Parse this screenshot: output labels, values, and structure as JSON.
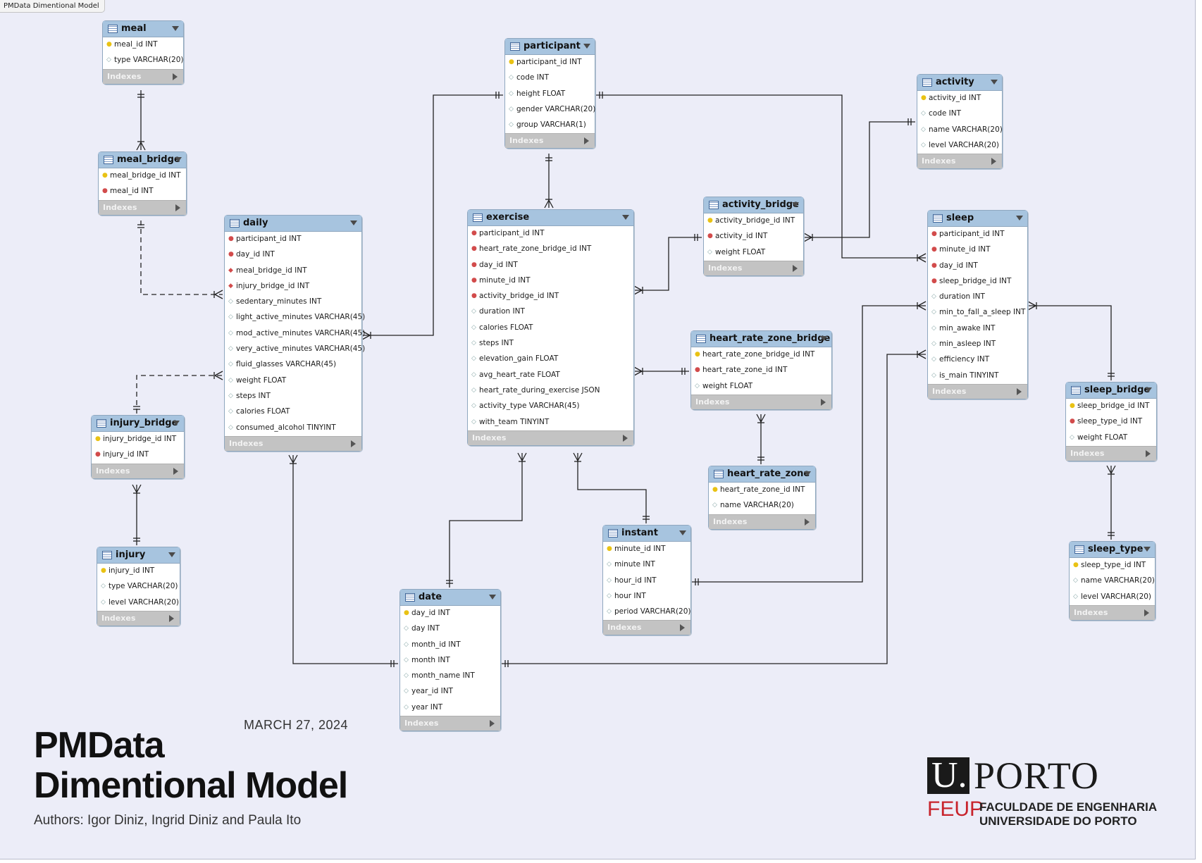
{
  "window": {
    "tab_title": "PMData Dimentional Model"
  },
  "legend": {
    "indexes_label": "Indexes"
  },
  "tables": [
    {
      "name": "meal",
      "columns": [
        {
          "text": "meal_id INT",
          "key": "pk"
        },
        {
          "text": "type VARCHAR(20)",
          "key": "col"
        }
      ]
    },
    {
      "name": "meal_bridge",
      "columns": [
        {
          "text": "meal_bridge_id INT",
          "key": "pk"
        },
        {
          "text": "meal_id INT",
          "key": "fk"
        }
      ]
    },
    {
      "name": "participant",
      "columns": [
        {
          "text": "participant_id INT",
          "key": "pk"
        },
        {
          "text": "code INT",
          "key": "col"
        },
        {
          "text": "height FLOAT",
          "key": "col"
        },
        {
          "text": "gender VARCHAR(20)",
          "key": "col"
        },
        {
          "text": "group VARCHAR(1)",
          "key": "col"
        }
      ]
    },
    {
      "name": "activity",
      "columns": [
        {
          "text": "activity_id INT",
          "key": "pk"
        },
        {
          "text": "code INT",
          "key": "col"
        },
        {
          "text": "name VARCHAR(20)",
          "key": "col"
        },
        {
          "text": "level VARCHAR(20)",
          "key": "col"
        }
      ]
    },
    {
      "name": "daily",
      "columns": [
        {
          "text": "participant_id INT",
          "key": "fk"
        },
        {
          "text": "day_id INT",
          "key": "fk"
        },
        {
          "text": "meal_bridge_id INT",
          "key": "pfk"
        },
        {
          "text": "injury_bridge_id INT",
          "key": "pfk"
        },
        {
          "text": "sedentary_minutes INT",
          "key": "col"
        },
        {
          "text": "light_active_minutes VARCHAR(45)",
          "key": "col"
        },
        {
          "text": "mod_active_minutes VARCHAR(45)",
          "key": "col"
        },
        {
          "text": "very_active_minutes VARCHAR(45)",
          "key": "col"
        },
        {
          "text": "fluid_glasses VARCHAR(45)",
          "key": "col"
        },
        {
          "text": "weight FLOAT",
          "key": "col"
        },
        {
          "text": "steps INT",
          "key": "col"
        },
        {
          "text": "calories FLOAT",
          "key": "col"
        },
        {
          "text": "consumed_alcohol TINYINT",
          "key": "col"
        }
      ]
    },
    {
      "name": "exercise",
      "columns": [
        {
          "text": "participant_id INT",
          "key": "fk"
        },
        {
          "text": "heart_rate_zone_bridge_id INT",
          "key": "fk"
        },
        {
          "text": "day_id INT",
          "key": "fk"
        },
        {
          "text": "minute_id INT",
          "key": "fk"
        },
        {
          "text": "activity_bridge_id INT",
          "key": "fk"
        },
        {
          "text": "duration INT",
          "key": "col"
        },
        {
          "text": "calories FLOAT",
          "key": "col"
        },
        {
          "text": "steps INT",
          "key": "col"
        },
        {
          "text": "elevation_gain FLOAT",
          "key": "col"
        },
        {
          "text": "avg_heart_rate FLOAT",
          "key": "col"
        },
        {
          "text": "heart_rate_during_exercise JSON",
          "key": "col"
        },
        {
          "text": "activity_type VARCHAR(45)",
          "key": "col"
        },
        {
          "text": "with_team TINYINT",
          "key": "col"
        }
      ]
    },
    {
      "name": "activity_bridge",
      "columns": [
        {
          "text": "activity_bridge_id INT",
          "key": "pk"
        },
        {
          "text": "activity_id INT",
          "key": "fk"
        },
        {
          "text": "weight FLOAT",
          "key": "col"
        }
      ]
    },
    {
      "name": "sleep",
      "columns": [
        {
          "text": "participant_id INT",
          "key": "fk"
        },
        {
          "text": "minute_id INT",
          "key": "fk"
        },
        {
          "text": "day_id INT",
          "key": "fk"
        },
        {
          "text": "sleep_bridge_id INT",
          "key": "fk"
        },
        {
          "text": "duration INT",
          "key": "col"
        },
        {
          "text": "min_to_fall_a_sleep INT",
          "key": "col"
        },
        {
          "text": "min_awake INT",
          "key": "col"
        },
        {
          "text": "min_asleep INT",
          "key": "col"
        },
        {
          "text": "efficiency INT",
          "key": "col"
        },
        {
          "text": "is_main TINYINT",
          "key": "col"
        }
      ]
    },
    {
      "name": "heart_rate_zone_bridge",
      "columns": [
        {
          "text": "heart_rate_zone_bridge_id INT",
          "key": "pk"
        },
        {
          "text": "heart_rate_zone_id INT",
          "key": "fk"
        },
        {
          "text": "weight FLOAT",
          "key": "col"
        }
      ]
    },
    {
      "name": "sleep_bridge",
      "columns": [
        {
          "text": "sleep_bridge_id INT",
          "key": "pk"
        },
        {
          "text": "sleep_type_id INT",
          "key": "fk"
        },
        {
          "text": "weight FLOAT",
          "key": "col"
        }
      ]
    },
    {
      "name": "injury_bridge",
      "columns": [
        {
          "text": "injury_bridge_id INT",
          "key": "pk"
        },
        {
          "text": "injury_id INT",
          "key": "fk"
        }
      ]
    },
    {
      "name": "heart_rate_zone",
      "columns": [
        {
          "text": "heart_rate_zone_id INT",
          "key": "pk"
        },
        {
          "text": "name VARCHAR(20)",
          "key": "col"
        }
      ]
    },
    {
      "name": "instant",
      "columns": [
        {
          "text": "minute_id INT",
          "key": "pk"
        },
        {
          "text": "minute INT",
          "key": "col"
        },
        {
          "text": "hour_id INT",
          "key": "col"
        },
        {
          "text": "hour INT",
          "key": "col"
        },
        {
          "text": "period VARCHAR(20)",
          "key": "col"
        }
      ]
    },
    {
      "name": "injury",
      "columns": [
        {
          "text": "injury_id INT",
          "key": "pk"
        },
        {
          "text": "type VARCHAR(20)",
          "key": "col"
        },
        {
          "text": "level VARCHAR(20)",
          "key": "col"
        }
      ]
    },
    {
      "name": "sleep_type",
      "columns": [
        {
          "text": "sleep_type_id INT",
          "key": "pk"
        },
        {
          "text": "name VARCHAR(20)",
          "key": "col"
        },
        {
          "text": "level VARCHAR(20)",
          "key": "col"
        }
      ]
    },
    {
      "name": "date",
      "columns": [
        {
          "text": "day_id INT",
          "key": "pk"
        },
        {
          "text": "day INT",
          "key": "col"
        },
        {
          "text": "month_id INT",
          "key": "col"
        },
        {
          "text": "month INT",
          "key": "col"
        },
        {
          "text": "month_name INT",
          "key": "col"
        },
        {
          "text": "year_id INT",
          "key": "col"
        },
        {
          "text": "year INT",
          "key": "col"
        }
      ]
    }
  ],
  "relationships": [
    {
      "from": "meal",
      "to": "meal_bridge",
      "style": "solid"
    },
    {
      "from": "meal_bridge",
      "to": "daily",
      "style": "dashed"
    },
    {
      "from": "injury_bridge",
      "to": "daily",
      "style": "dashed"
    },
    {
      "from": "injury",
      "to": "injury_bridge",
      "style": "solid"
    },
    {
      "from": "participant",
      "to": "daily",
      "style": "solid"
    },
    {
      "from": "participant",
      "to": "exercise",
      "style": "solid"
    },
    {
      "from": "participant",
      "to": "sleep",
      "style": "solid"
    },
    {
      "from": "activity",
      "to": "activity_bridge",
      "style": "solid"
    },
    {
      "from": "activity_bridge",
      "to": "exercise",
      "style": "solid"
    },
    {
      "from": "heart_rate_zone_bridge",
      "to": "exercise",
      "style": "solid"
    },
    {
      "from": "heart_rate_zone",
      "to": "heart_rate_zone_bridge",
      "style": "solid"
    },
    {
      "from": "sleep_bridge",
      "to": "sleep",
      "style": "solid"
    },
    {
      "from": "sleep_type",
      "to": "sleep_bridge",
      "style": "solid"
    },
    {
      "from": "instant",
      "to": "exercise",
      "style": "solid"
    },
    {
      "from": "instant",
      "to": "sleep",
      "style": "solid"
    },
    {
      "from": "date",
      "to": "daily",
      "style": "solid"
    },
    {
      "from": "date",
      "to": "exercise",
      "style": "solid"
    },
    {
      "from": "date",
      "to": "sleep",
      "style": "solid"
    }
  ],
  "footer": {
    "date": "MARCH 27, 2024",
    "title_line1": "PMData",
    "title_line2": "Dimentional Model",
    "authors": "Authors: Igor Diniz, Ingrid Diniz and Paula Ito"
  },
  "logo": {
    "u": "U.",
    "porto": "PORTO",
    "feup": "FEUP",
    "line1": "FACULDADE DE ENGENHARIA",
    "line2": "UNIVERSIDADE DO PORTO"
  }
}
